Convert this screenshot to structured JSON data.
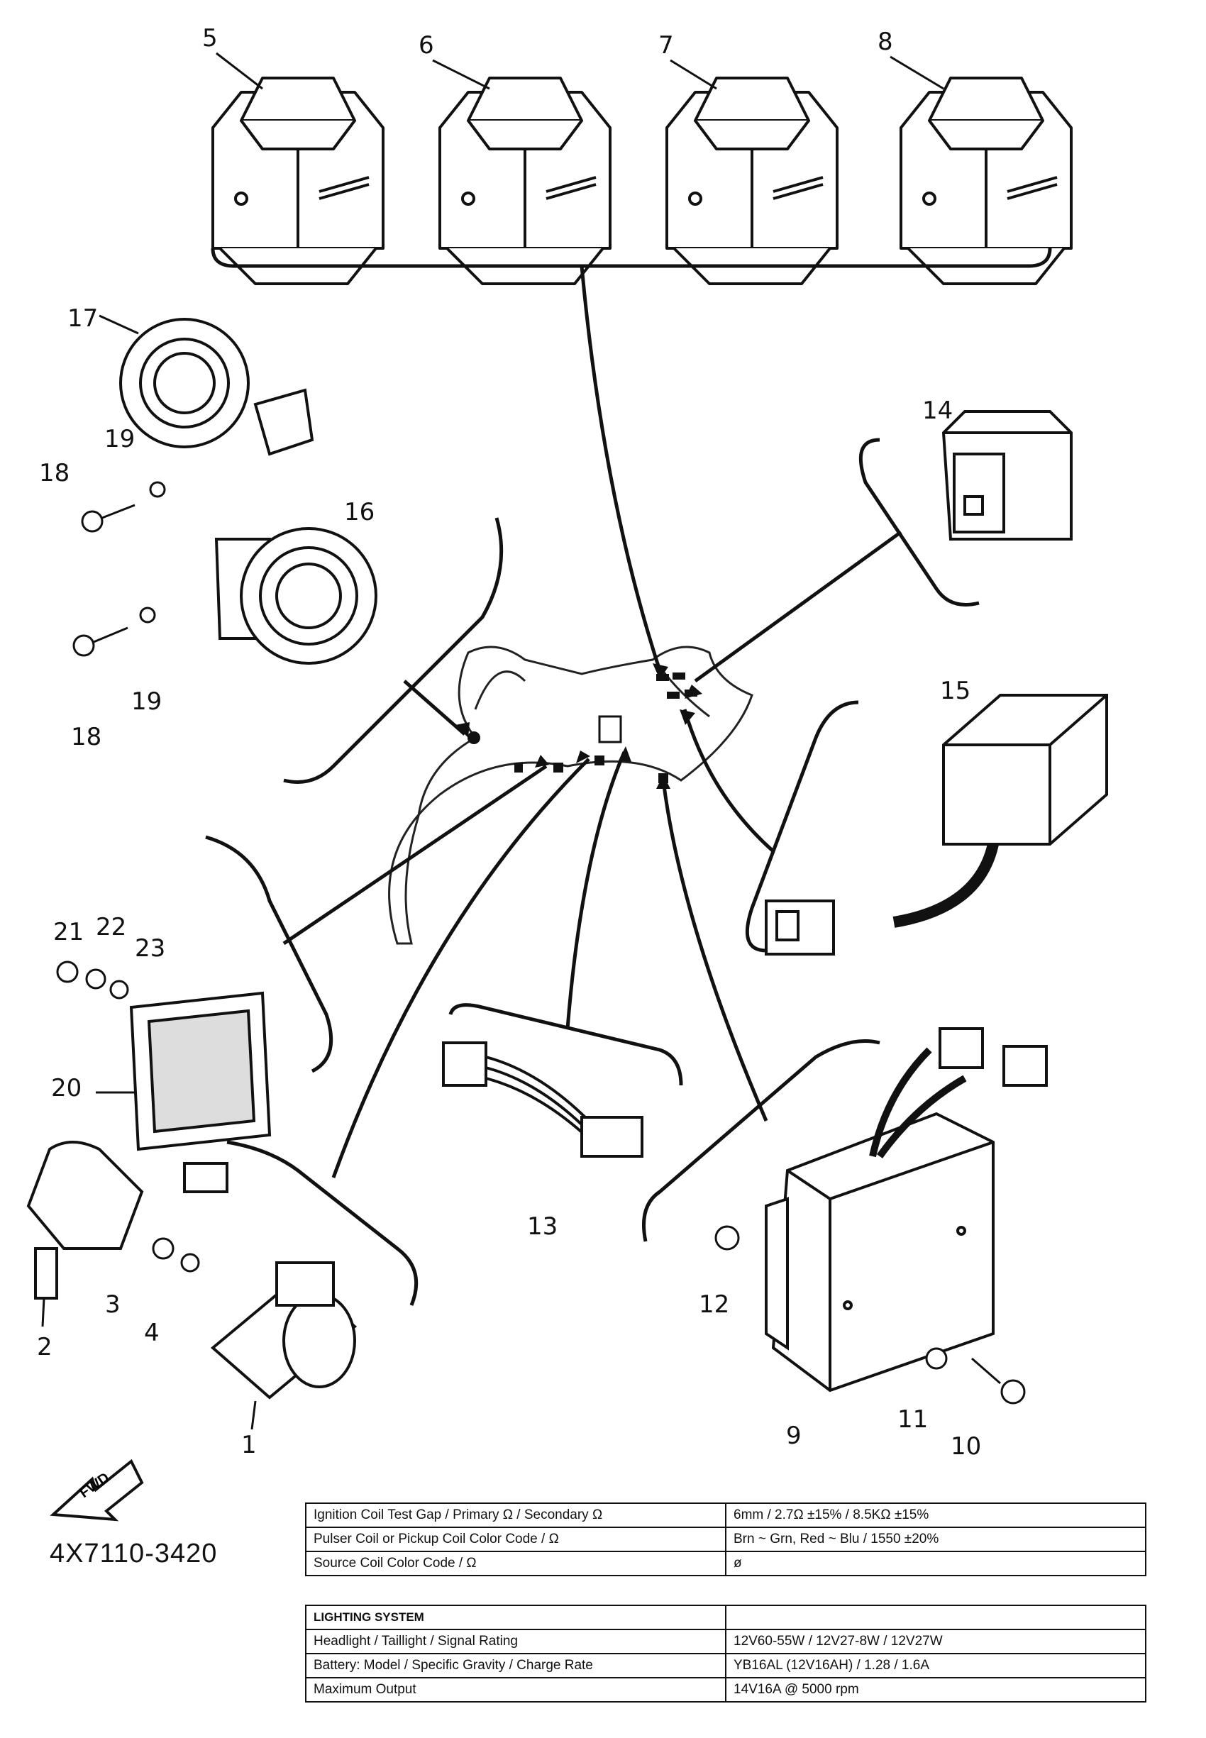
{
  "parts": [
    "1",
    "2",
    "3",
    "4",
    "5",
    "6",
    "7",
    "8",
    "9",
    "10",
    "11",
    "12",
    "13",
    "14",
    "15",
    "16",
    "17",
    "18",
    "19",
    "19",
    "18",
    "20",
    "21",
    "22",
    "23"
  ],
  "fwd_label": "FWD",
  "diagram_code": "4X7110-3420",
  "spec_table_1": [
    {
      "label": "Ignition Coil Test Gap / Primary Ω / Secondary Ω",
      "value": "6mm / 2.7Ω ±15% / 8.5KΩ ±15%"
    },
    {
      "label": "Pulser Coil or Pickup Coil Color Code / Ω",
      "value": "Brn ~ Grn, Red ~ Blu / 1550 ±20%"
    },
    {
      "label": "Source Coil Color Code / Ω",
      "value": "ø"
    }
  ],
  "spec_table_2": {
    "header": "LIGHTING SYSTEM",
    "rows": [
      {
        "label": "Headlight / Taillight / Signal Rating",
        "value": "12V60-55W / 12V27-8W / 12V27W"
      },
      {
        "label": "Battery: Model / Specific Gravity / Charge Rate",
        "value": "YB16AL (12V16AH) / 1.28 / 1.6A"
      },
      {
        "label": "Maximum Output",
        "value": "14V16A @ 5000 rpm"
      }
    ]
  }
}
